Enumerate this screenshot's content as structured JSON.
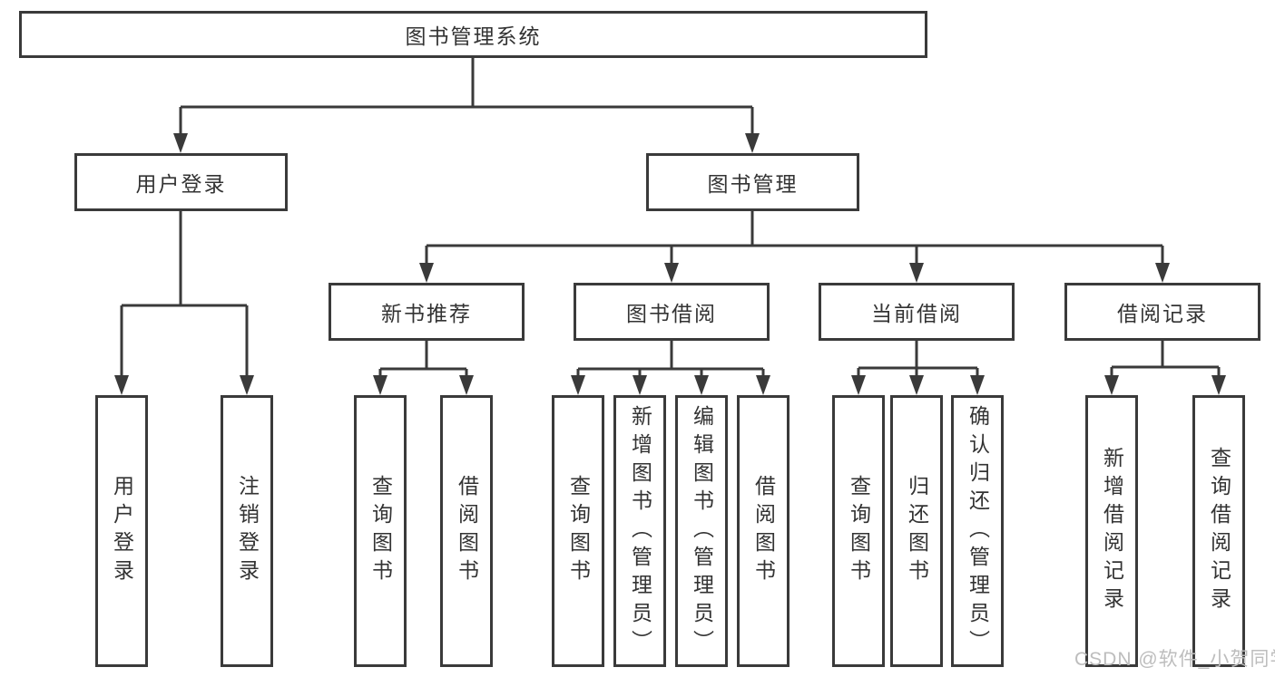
{
  "diagram": {
    "type": "hierarchy",
    "line_color": "#3a3a3a",
    "text_color": "#333333",
    "background_color": "#ffffff",
    "nodes": {
      "root": {
        "label": "图书管理系统"
      },
      "user_login": {
        "label": "用户登录"
      },
      "book_management": {
        "label": "图书管理"
      },
      "new_book_recommend": {
        "label": "新书推荐"
      },
      "book_borrow": {
        "label": "图书借阅"
      },
      "current_borrow": {
        "label": "当前借阅"
      },
      "borrow_records": {
        "label": "借阅记录"
      },
      "leaf_user_login": {
        "label": "用户登录"
      },
      "leaf_logout": {
        "label": "注销登录"
      },
      "leaf_recommend_query_books": {
        "label": "查询图书"
      },
      "leaf_recommend_borrow_books": {
        "label": "借阅图书"
      },
      "leaf_borrow_query_books": {
        "label": "查询图书"
      },
      "leaf_borrow_add_books": {
        "label": "新增图书（管理员）"
      },
      "leaf_borrow_edit_books": {
        "label": "编辑图书（管理员）"
      },
      "leaf_borrow_borrow_books": {
        "label": "借阅图书"
      },
      "leaf_current_query_books": {
        "label": "查询图书"
      },
      "leaf_current_return_books": {
        "label": "归还图书"
      },
      "leaf_current_confirm_return": {
        "label": "确认归还（管理员）"
      },
      "leaf_records_add_record": {
        "label": "新增借阅记录"
      },
      "leaf_records_query_record": {
        "label": "查询借阅记录"
      }
    },
    "edges": [
      [
        "root",
        "user_login"
      ],
      [
        "root",
        "book_management"
      ],
      [
        "user_login",
        "leaf_user_login"
      ],
      [
        "user_login",
        "leaf_logout"
      ],
      [
        "book_management",
        "new_book_recommend"
      ],
      [
        "book_management",
        "book_borrow"
      ],
      [
        "book_management",
        "current_borrow"
      ],
      [
        "book_management",
        "borrow_records"
      ],
      [
        "new_book_recommend",
        "leaf_recommend_query_books"
      ],
      [
        "new_book_recommend",
        "leaf_recommend_borrow_books"
      ],
      [
        "book_borrow",
        "leaf_borrow_query_books"
      ],
      [
        "book_borrow",
        "leaf_borrow_add_books"
      ],
      [
        "book_borrow",
        "leaf_borrow_edit_books"
      ],
      [
        "book_borrow",
        "leaf_borrow_borrow_books"
      ],
      [
        "current_borrow",
        "leaf_current_query_books"
      ],
      [
        "current_borrow",
        "leaf_current_return_books"
      ],
      [
        "current_borrow",
        "leaf_current_confirm_return"
      ],
      [
        "borrow_records",
        "leaf_records_add_record"
      ],
      [
        "borrow_records",
        "leaf_records_query_record"
      ]
    ]
  },
  "watermark": {
    "text": "CSDN @软件_小贺同学",
    "color": "#bdbdbd"
  }
}
